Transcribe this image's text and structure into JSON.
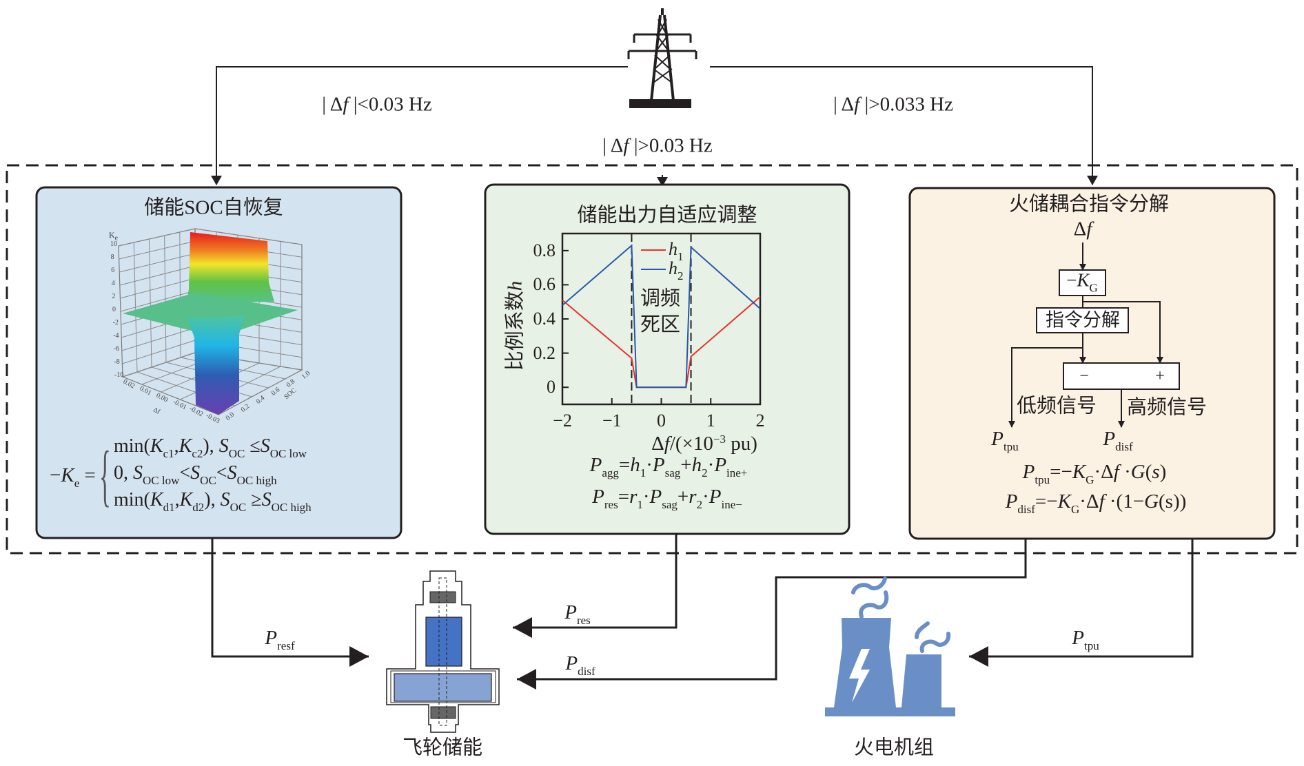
{
  "grid": {
    "icon": "transmission-tower-icon"
  },
  "conditions": {
    "left": "| Δ<i>f</i> |&lt;0.03 Hz",
    "middle": "| Δ<i>f</i> |&gt;0.03 Hz",
    "right": "| Δ<i>f</i> |&gt;0.033 Hz"
  },
  "soc_panel": {
    "title": "储能SOC自恢复",
    "background": "#d4e3f0",
    "surface_plot": {
      "z_axis_label": "K<sub>e</sub>",
      "z_ticks": [
        "10",
        "8",
        "6",
        "4",
        "2",
        "0",
        "-2",
        "-4",
        "-6",
        "-8",
        "-10"
      ],
      "df_ticks": [
        "0.02",
        "0.01",
        "0.00",
        "-0.01",
        "-0.02",
        "-0.03"
      ],
      "df_label": "Δf",
      "soc_ticks": [
        "0.0",
        "0.2",
        "0.4",
        "0.6",
        "0.8",
        "1.0"
      ],
      "soc_label": "SOC",
      "colormap": [
        "#e41e1e",
        "#f5a623",
        "#f2e52a",
        "#61c244",
        "#4fc5a8",
        "#1fb6e6",
        "#2e5db3",
        "#6a3fb0"
      ]
    },
    "equation": {
      "lhs": "−<i>K</i><sub>e</sub> =",
      "cases": [
        "min(<i>K</i><sub>c1</sub>,<i>K</i><sub>c2</sub>), <i>S</i><sub>OC</sub> ≤<i>S</i><sub>OC low</sub>",
        "0, <i>S</i><sub>OC low</sub>&lt;<i>S</i><sub>OC</sub>&lt;<i>S</i><sub>OC high</sub>",
        "min(<i>K</i><sub>d1</sub>,<i>K</i><sub>d2</sub>), <i>S</i><sub>OC</sub> ≥<i>S</i><sub>OC high</sub>"
      ]
    }
  },
  "adaptive_panel": {
    "title": "储能出力自适应调整",
    "background": "#e8f1e6",
    "dead_zone_label": [
      "调频",
      "死区"
    ],
    "equations": [
      "<i>P</i><sub>agg</sub>=<i>h</i><sub>1</sub>·<i>P</i><sub>sag</sub>+<i>h</i><sub>2</sub>·<i>P</i><sub>ine+</sub>",
      "<i>P</i><sub>res</sub>=<i>r</i><sub>1</sub>·<i>P</i><sub>sag</sub>+<i>r</i><sub>2</sub>·<i>P</i><sub>ine−</sub>"
    ]
  },
  "chart_data": {
    "type": "line",
    "xlabel": "Δ<i>f</i>/(×10<sup>−3</sup> pu)",
    "ylabel": "比例系数<i>h</i>",
    "xlim": [
      -2,
      2
    ],
    "ylim": [
      -0.1,
      0.9
    ],
    "xticks": [
      "−2",
      "−1",
      "0",
      "1",
      "2"
    ],
    "xtick_values": [
      -2,
      -1,
      0,
      1,
      2
    ],
    "yticks": [
      "0",
      "0.2",
      "0.4",
      "0.6",
      "0.8"
    ],
    "ytick_values": [
      0,
      0.2,
      0.4,
      0.6,
      0.8
    ],
    "grid": false,
    "legend": "top-center",
    "dead_zone_bounds": [
      -0.6,
      0.6
    ],
    "series": [
      {
        "name": "h1",
        "label": "<i>h</i><sub>1</sub>",
        "color": "#e8322a",
        "x": [
          -2,
          -0.6,
          -0.5,
          0.5,
          0.6,
          2
        ],
        "y": [
          0.51,
          0.17,
          0,
          0,
          0.18,
          0.53
        ]
      },
      {
        "name": "h2",
        "label": "<i>h</i><sub>2</sub>",
        "color": "#2a58a8",
        "x": [
          -2,
          -0.6,
          -0.5,
          0.5,
          0.6,
          2
        ],
        "y": [
          0.48,
          0.83,
          0,
          0,
          0.82,
          0.46
        ]
      }
    ]
  },
  "decomp_panel": {
    "title": "火储耦合指令分解",
    "background": "#fbf2e3",
    "input": "Δ<i>f</i>",
    "gain_block": "−<i>K</i><sub>G</sub>",
    "decomp_block": "指令分解",
    "sum_minus": "−",
    "sum_plus": "+",
    "low_freq": "低频信号",
    "high_freq": "高频信号",
    "out_tpu": "<i>P</i><sub>tpu</sub>",
    "out_disf": "<i>P</i><sub>disf</sub>",
    "equations": [
      "<i>P</i><sub>tpu</sub>=−<i>K</i><sub>G</sub>·Δ<i>f</i> ·<i>G</i>(<i>s</i>)",
      "<i>P</i><sub>disf</sub>=−<i>K</i><sub>G</sub>·Δ<i>f</i> ·(1−<i>G</i>(s))"
    ]
  },
  "signals": {
    "resf": "<i>P</i><sub>resf</sub>",
    "res": "<i>P</i><sub>res</sub>",
    "disf": "<i>P</i><sub>disf</sub>",
    "tpu": "<i>P</i><sub>tpu</sub>"
  },
  "flywheel": {
    "label": "飞轮储能",
    "icon": "flywheel-icon",
    "rotor_color": "#4472c4",
    "disc_color": "#87a3d3"
  },
  "thermal_unit": {
    "label": "火电机组",
    "icon": "power-plant-icon",
    "color": "#6a8fc7"
  }
}
